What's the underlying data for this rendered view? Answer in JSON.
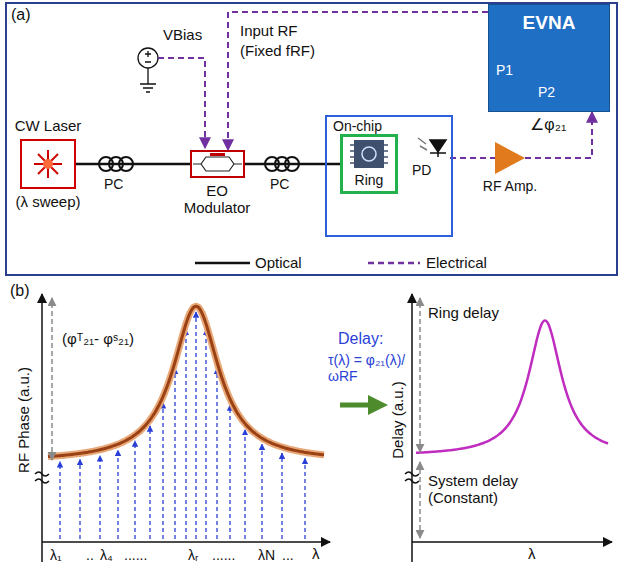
{
  "diagram": {
    "nodes": [
      {
        "text": [
          "(a)"
        ]
      },
      {
        "text": [
          "EVNA",
          "P1",
          "P2"
        ],
        "in": 0
      },
      {
        "text": [
          "CW Laser",
          "(λ sweep)"
        ],
        "in": 0
      },
      {
        "text": [
          "EO Modulator"
        ],
        "in": 0
      },
      {
        "text": [
          "On-chip"
        ],
        "in": 0
      },
      {
        "text": [
          "Ring"
        ],
        "in": 4
      },
      {
        "text": [
          "PD"
        ],
        "in": 4
      },
      {
        "text": [
          "RF Amp."
        ],
        "in": 0
      }
    ],
    "edges": [
      {
        "from": 2,
        "to": 3,
        "arrow": "none"
      },
      {
        "from": 3,
        "to": 5,
        "arrow": "none"
      },
      {
        "from": 1,
        "to": 3,
        "arrow": "to"
      },
      {
        "from": 6,
        "to": 7,
        "arrow": "none"
      },
      {
        "from": 7,
        "to": 1,
        "arrow": "to"
      }
    ],
    "labels": [
      "VBias",
      "Input RF",
      "(Fixed fRF)",
      "∠φ₂₁",
      "PC",
      "PC",
      "(b)",
      "RF Phase (a.u.)",
      "(φᵀ₂₁- φˢ₂₁)",
      "Delay:",
      "τ(λ) = φ₂₁(λ)/ωRF",
      "λ₁",
      "..",
      "λ₄",
      "......",
      "λᵣ",
      "......",
      "λN",
      "...",
      "λ",
      "Delay (a.u.)",
      "Ring delay",
      "System delay (Constant)",
      "λ"
    ],
    "legend": [
      {
        "text": "Optical"
      },
      {
        "text": "Electrical"
      }
    ]
  }
}
